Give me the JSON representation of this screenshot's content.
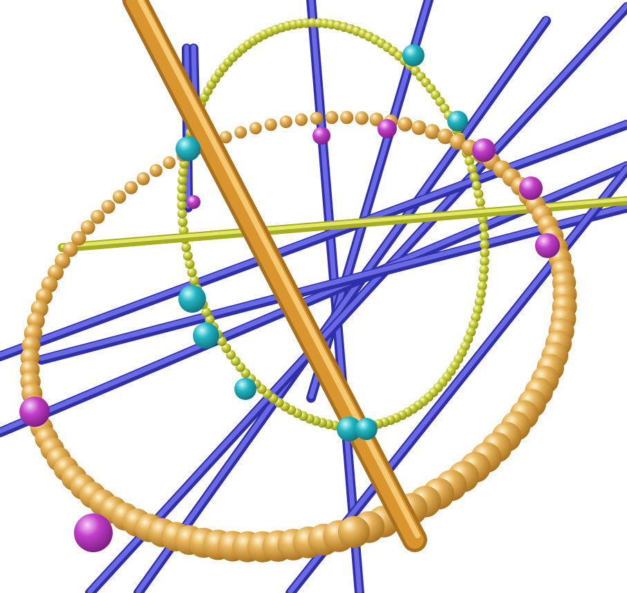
{
  "scene": {
    "background": "#ffffff",
    "colors": {
      "blue_rod": "#4a4ad8",
      "blue_rod_highlight": "#8c8cf5",
      "orange_rod": "#d9962f",
      "orange_rod_highlight": "#f7cf7a",
      "yellow_rod": "#c9cf3a",
      "yellow_rod_highlight": "#f2f4a6",
      "large_ring_bead": "#d39a3a",
      "large_ring_bead_highlight": "#f8dca0",
      "small_ring_bead": "#bfc72e",
      "small_ring_bead_highlight": "#f2f59a",
      "cyan_sphere": "#22b5c2",
      "cyan_sphere_highlight": "#a8f0f5",
      "magenta_sphere": "#c23ec9",
      "magenta_sphere_highlight": "#f2a8f5"
    },
    "objects": {
      "large_ring": "beaded-torus-gold",
      "small_ring": "beaded-torus-yellow",
      "lines": "blue-rods",
      "axis_rod": "orange-rod",
      "horizontal_rod": "yellow-rod",
      "intersection_markers_small_ring": "cyan-spheres",
      "intersection_markers_large_ring": "magenta-spheres"
    }
  }
}
